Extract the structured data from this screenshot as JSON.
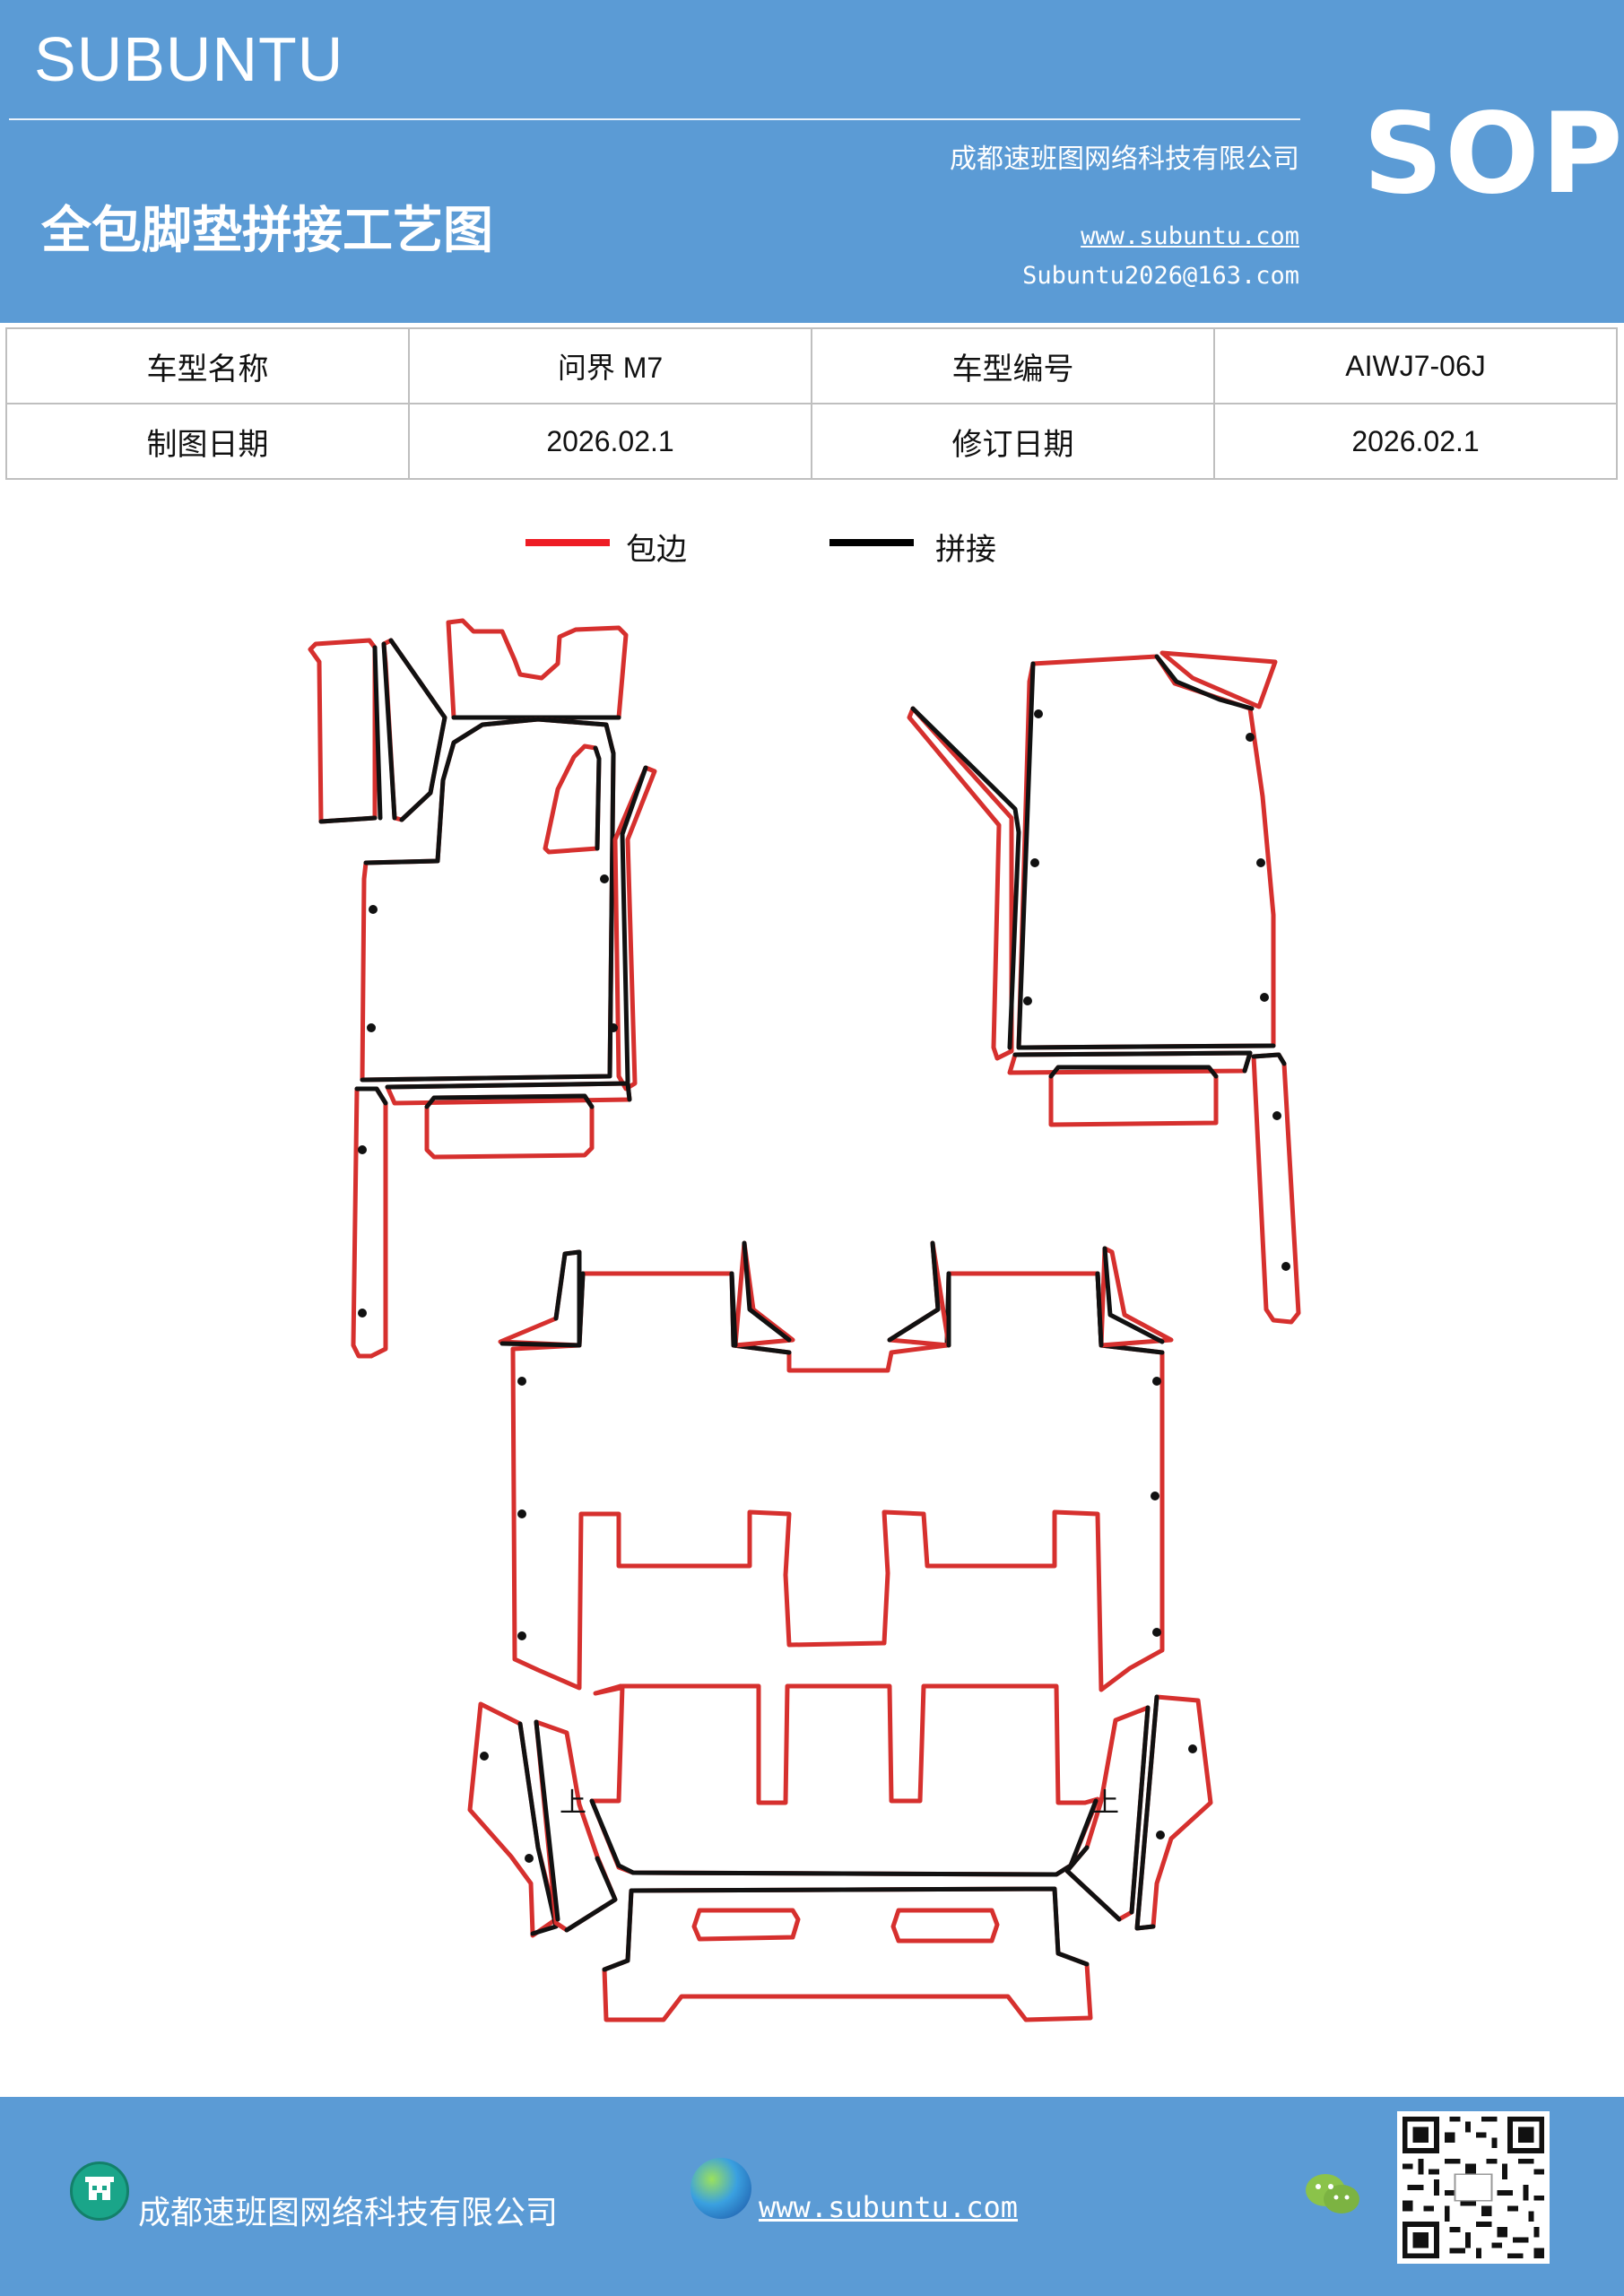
{
  "header": {
    "brand": "SUBUNTU",
    "badge": "SOP",
    "title": "全包脚垫拼接工艺图",
    "company": "成都速班图网络科技有限公司",
    "website": "www.subuntu.com",
    "email": "Subuntu2026@163.com"
  },
  "info_table": {
    "rows": [
      [
        {
          "text": "车型名称",
          "kind": "label"
        },
        {
          "text": "问界 M7",
          "kind": "value"
        },
        {
          "text": "车型编号",
          "kind": "label"
        },
        {
          "text": "AIWJ7-06J",
          "kind": "value"
        }
      ],
      [
        {
          "text": "制图日期",
          "kind": "label"
        },
        {
          "text": "2026.02.1",
          "kind": "value"
        },
        {
          "text": "修订日期",
          "kind": "label"
        },
        {
          "text": "2026.02.1",
          "kind": "value"
        }
      ]
    ]
  },
  "legend": {
    "items": [
      {
        "label": "包边",
        "color": "#ee1c24"
      },
      {
        "label": "拼接",
        "color": "#000000"
      }
    ]
  },
  "diagram": {
    "edge_color": "#d6302e",
    "seam_color": "#111111",
    "marks": [
      "上",
      "上"
    ]
  },
  "footer": {
    "company": "成都速班图网络科技有限公司",
    "website": "www.subuntu.com ",
    "icons": [
      "building-icon",
      "globe-icon",
      "wechat-icon",
      "qr-code"
    ]
  }
}
